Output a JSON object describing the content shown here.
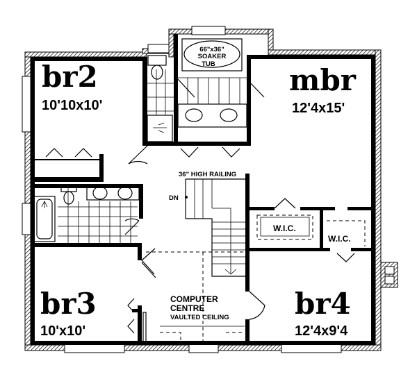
{
  "rooms": {
    "br2": {
      "name": "br2",
      "size": "10'10x10'"
    },
    "mbr": {
      "name": "mbr",
      "size": "12'4x15'"
    },
    "br3": {
      "name": "br3",
      "size": "10'x10'"
    },
    "br4": {
      "name": "br4",
      "size": "12'4x9'4"
    },
    "computer_centre": {
      "line1": "COMPUTER",
      "line2": "CENTRE",
      "note": "VAULTED CEILING"
    },
    "wic_left": "W.I.C.",
    "wic_right": "W.I.C."
  },
  "fixtures": {
    "tub_size": "66\"x36\"",
    "tub_line2": "SOAKER",
    "tub_line3": "TUB"
  },
  "stairs": {
    "railing": "36\" HIGH RAILING",
    "direction": "DN"
  }
}
